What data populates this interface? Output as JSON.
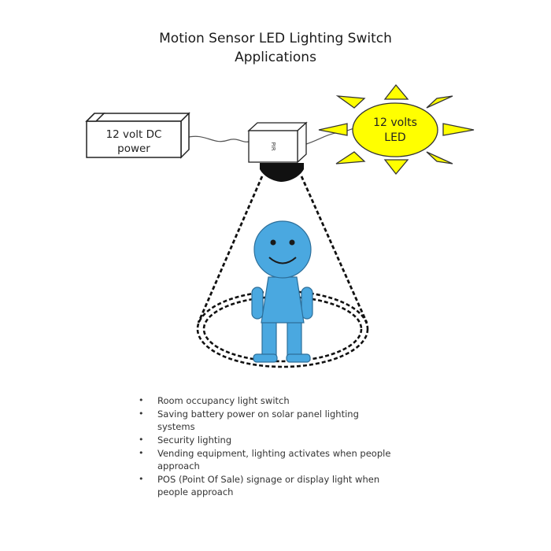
{
  "title": {
    "line1": "Motion Sensor LED Lighting Switch",
    "line2": "Applications"
  },
  "diagram": {
    "power_box": {
      "line1": "12 volt DC",
      "line2": "power"
    },
    "sensor": {
      "label": "PIR"
    },
    "led": {
      "line1": "12 volts",
      "line2": "LED"
    }
  },
  "applications": [
    "Room occupancy light switch",
    "Saving battery power on solar panel lighting systems",
    "Security lighting",
    "Vending equipment, lighting activates when people approach",
    "POS (Point Of Sale) signage or display light when people approach"
  ],
  "colors": {
    "sun": "#ffff00",
    "person": "#4aa8e0",
    "outline": "#222222"
  }
}
